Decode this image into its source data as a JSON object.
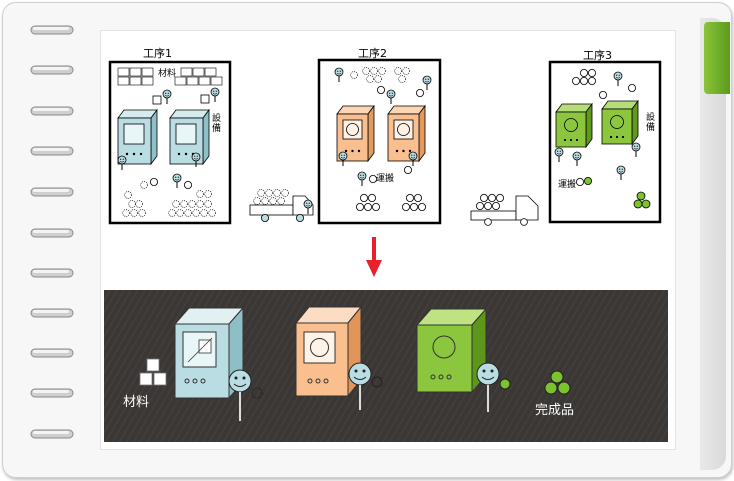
{
  "top": {
    "stage1_label": "工序1",
    "stage2_label": "工序2",
    "stage3_label": "工序3",
    "stage1_material_label": "材料",
    "stage1_equipment_label": "設\n備",
    "stage2_transport_label": "運搬",
    "stage3_equipment_label": "設\n備",
    "stage3_transport_label": "運搬"
  },
  "bottom": {
    "material_label": "材料",
    "product_label": "完成品"
  },
  "colors": {
    "machine_blue": "#b9dde2",
    "machine_orange": "#f9bf8f",
    "machine_green": "#8cc63f",
    "panel_dark": "#3a3634",
    "arrow_red": "#e8202a",
    "tab_green": "#6bb02a"
  }
}
